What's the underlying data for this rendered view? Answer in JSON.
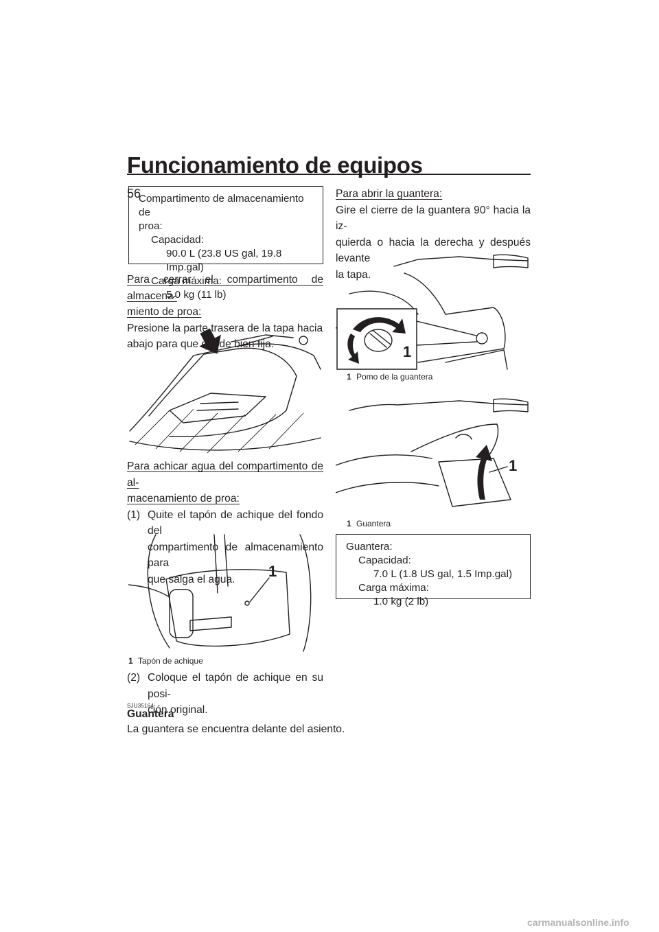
{
  "header": {
    "title": "Funcionamiento de equipos",
    "page_number": "56"
  },
  "left": {
    "spec_box": {
      "line1": "Compartimento de almacenamiento de",
      "line2": "proa:",
      "capacity_label": "Capacidad:",
      "capacity_value": "90.0 L (23.8 US gal, 19.8 Imp.gal)",
      "load_label": "Carga máxima:",
      "load_value": "5.0 kg (11 lb)"
    },
    "close_heading_1": "Para cerrar el compartimento de almacena-",
    "close_heading_2": "miento de proa:",
    "close_text_1": "Presione la parte trasera de la tapa hacia",
    "close_text_2": "abajo para que quede bien fija.",
    "drain_heading_1": "Para achicar agua del compartimento de al-",
    "drain_heading_2": "macenamiento de proa:",
    "step1_num": "(1)",
    "step1_line1": "Quite el tapón de achique del fondo del",
    "step1_line2": "compartimento de almacenamiento para",
    "step1_line3": "que salga el agua.",
    "fig_drain_callout": "1",
    "fig_drain_caption_num": "1",
    "fig_drain_caption": "Tapón de achique",
    "step2_num": "(2)",
    "step2_line1": "Coloque el tapón de achique en su posi-",
    "step2_line2": "ción original.",
    "section_code": "SJU35164",
    "section_heading": "Guantera",
    "section_text": "La guantera se encuentra delante del asiento."
  },
  "right": {
    "open_heading": "Para abrir la guantera:",
    "open_text_1": "Gire el cierre de la guantera 90° hacia la iz-",
    "open_text_2": "quierda o hacia la derecha y después levante",
    "open_text_3": "la tapa.",
    "fig_knob_callout": "1",
    "fig_knob_caption_num": "1",
    "fig_knob_caption": "Pomo de la guantera",
    "fig_box_callout": "1",
    "fig_box_caption_num": "1",
    "fig_box_caption": "Guantera",
    "spec_box": {
      "line1": "Guantera:",
      "capacity_label": "Capacidad:",
      "capacity_value": "7.0 L (1.8 US gal, 1.5 Imp.gal)",
      "load_label": "Carga máxima:",
      "load_value": "1.0 kg (2 lb)"
    }
  },
  "watermark": "carmanualsonline.info"
}
